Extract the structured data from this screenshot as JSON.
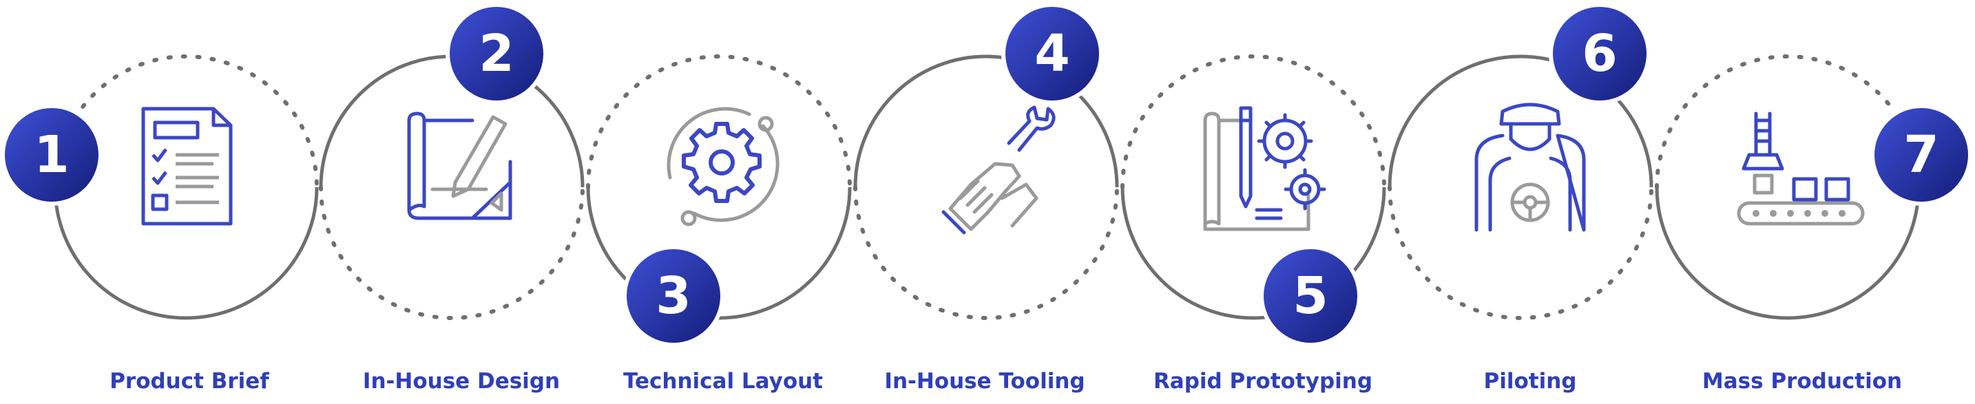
{
  "colors": {
    "accent": "#2f3fb8",
    "badge_dark": "#1a2489",
    "badge_light": "#3e50d6",
    "icon_blue": "#3b47c4",
    "icon_gray": "#9a9a9a",
    "ring": "#6f6f6f"
  },
  "steps": [
    {
      "number": "1",
      "label": "Product Brief",
      "icon": "document-checklist-icon"
    },
    {
      "number": "2",
      "label": "In-House Design",
      "icon": "blueprint-pencil-icon"
    },
    {
      "number": "3",
      "label": "Technical Layout",
      "icon": "gear-orbit-icon"
    },
    {
      "number": "4",
      "label": "In-House Tooling",
      "icon": "wrench-hand-icon"
    },
    {
      "number": "5",
      "label": "Rapid Prototyping",
      "icon": "blueprint-gears-icon"
    },
    {
      "number": "6",
      "label": "Piloting",
      "icon": "pilot-icon"
    },
    {
      "number": "7",
      "label": "Mass Production",
      "icon": "conveyor-belt-icon"
    }
  ]
}
